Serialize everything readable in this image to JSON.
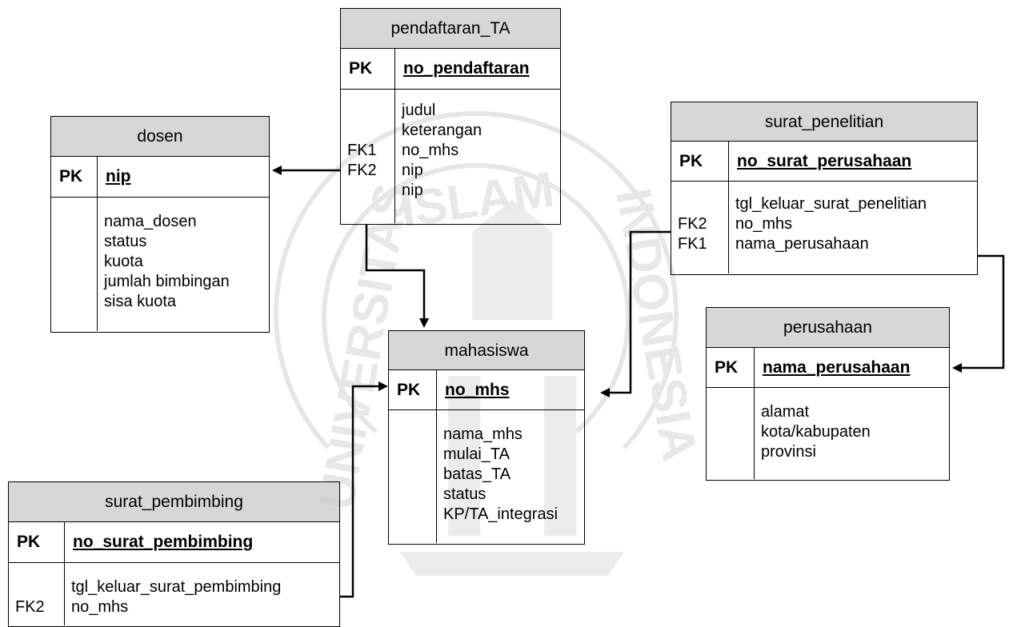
{
  "entities": {
    "pendaftaran_TA": {
      "title": "pendaftaran_TA",
      "pk_label": "PK",
      "pk": "no_pendaftaran",
      "fk": [
        "",
        "",
        "FK1",
        "FK2",
        ""
      ],
      "attrs": [
        "judul",
        "keterangan",
        "no_mhs",
        "nip",
        "nip"
      ]
    },
    "dosen": {
      "title": "dosen",
      "pk_label": "PK",
      "pk": "nip",
      "fk": [],
      "attrs": [
        "nama_dosen",
        "status",
        "kuota",
        "jumlah bimbingan",
        "sisa kuota"
      ]
    },
    "surat_penelitian": {
      "title": "surat_penelitian",
      "pk_label": "PK",
      "pk": "no_surat_perusahaan",
      "fk": [
        "",
        "FK2",
        "FK1"
      ],
      "attrs": [
        "tgl_keluar_surat_penelitian",
        "no_mhs",
        "nama_perusahaan"
      ]
    },
    "perusahaan": {
      "title": "perusahaan",
      "pk_label": "PK",
      "pk": "nama_perusahaan",
      "fk": [],
      "attrs": [
        "alamat",
        "kota/kabupaten",
        "provinsi"
      ]
    },
    "mahasiswa": {
      "title": "mahasiswa",
      "pk_label": "PK",
      "pk": "no_mhs",
      "fk": [],
      "attrs": [
        "nama_mhs",
        "mulai_TA",
        "batas_TA",
        "status",
        "KP/TA_integrasi"
      ]
    },
    "surat_pembimbing": {
      "title": "surat_pembimbing",
      "pk_label": "PK",
      "pk": "no_surat_pembimbing",
      "fk": [
        "",
        "FK2"
      ],
      "attrs": [
        "tgl_keluar_surat_pembimbing",
        "no_mhs"
      ]
    }
  },
  "watermark": {
    "text_left": "UNIVERSITAS",
    "text_top": "ISLAM",
    "text_right": "INDONESIA"
  }
}
